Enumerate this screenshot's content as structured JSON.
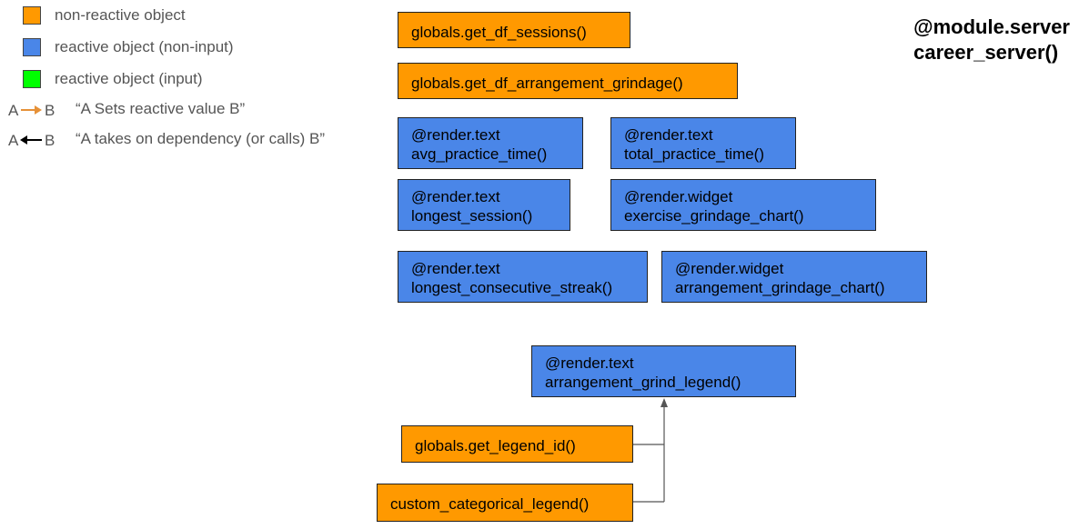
{
  "legend": {
    "items": [
      {
        "label": "non-reactive object",
        "color": "#ff9900"
      },
      {
        "label": "reactive object (non-input)",
        "color": "#4a86e8"
      },
      {
        "label": "reactive object (input)",
        "color": "#00ff00"
      }
    ],
    "arrows": [
      {
        "a": "A",
        "b": "B",
        "description": "“A Sets reactive value B”",
        "color": "#e69138"
      },
      {
        "a": "A",
        "b": "B",
        "description": "“A takes on dependency (or calls) B”",
        "color": "#000000"
      }
    ]
  },
  "title": {
    "line1": "@module.server",
    "line2": "career_server()"
  },
  "nodes": {
    "get_df_sessions": {
      "line1": "globals.get_df_sessions()"
    },
    "get_df_arrangement_grindage": {
      "line1": "globals.get_df_arrangement_grindage()"
    },
    "avg_practice_time": {
      "line1": "@render.text",
      "line2": "avg_practice_time()"
    },
    "total_practice_time": {
      "line1": "@render.text",
      "line2": "total_practice_time()"
    },
    "longest_session": {
      "line1": "@render.text",
      "line2": "longest_session()"
    },
    "exercise_grindage_chart": {
      "line1": "@render.widget",
      "line2": "exercise_grindage_chart()"
    },
    "longest_consecutive_streak": {
      "line1": "@render.text",
      "line2": "longest_consecutive_streak()"
    },
    "arrangement_grindage_chart": {
      "line1": "@render.widget",
      "line2": "arrangement_grindage_chart()"
    },
    "arrangement_grind_legend": {
      "line1": "@render.text",
      "line2": "arrangement_grind_legend()"
    },
    "get_legend_id": {
      "line1": "globals.get_legend_id()"
    },
    "custom_categorical_legend": {
      "line1": "custom_categorical_legend()"
    }
  }
}
